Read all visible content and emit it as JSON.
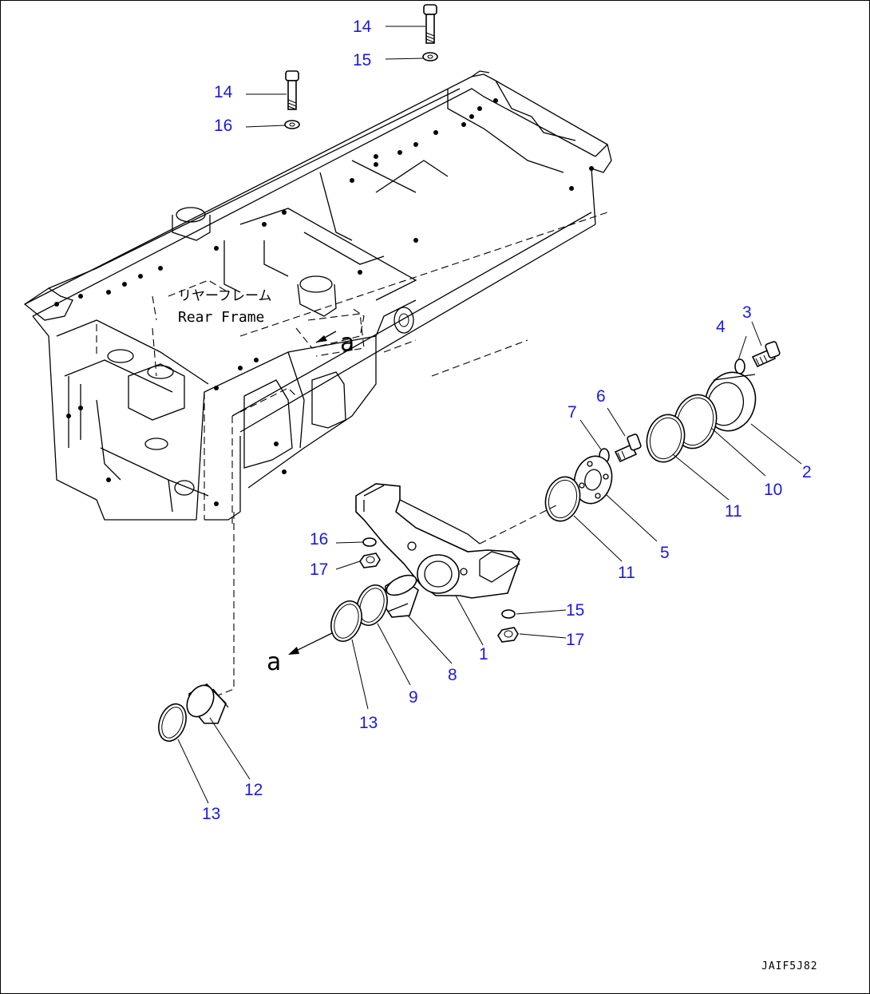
{
  "drawing": {
    "frame_label_jp": "リヤーフレーム",
    "frame_label_en": "Rear Frame",
    "view_mark": "a",
    "drawing_code": "JAIF5J82"
  },
  "callouts": {
    "c14a": "14",
    "c15a": "15",
    "c14b": "14",
    "c16a": "16",
    "c4": "4",
    "c3": "3",
    "c6": "6",
    "c7": "7",
    "c2": "2",
    "c10": "10",
    "c11a": "11",
    "c5": "5",
    "c11b": "11",
    "c16b": "16",
    "c17a": "17",
    "c15b": "15",
    "c17b": "17",
    "c1": "1",
    "c8": "8",
    "c9": "9",
    "c13a": "13",
    "c12": "12",
    "c13b": "13"
  }
}
